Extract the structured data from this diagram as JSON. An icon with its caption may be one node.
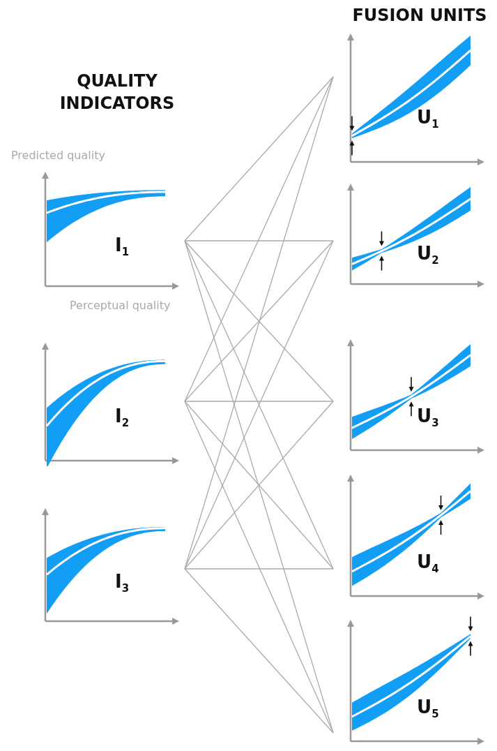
{
  "diagram": {
    "nodes": [
      {
        "text": [
          "I$_{1}$"
        ]
      },
      {
        "text": [
          "I$_{2}$"
        ]
      },
      {
        "text": [
          "I$_{3}$"
        ]
      },
      {
        "text": [
          "U$_{1}$"
        ]
      },
      {
        "text": [
          "U$_{2}$"
        ]
      },
      {
        "text": [
          "U$_{3}$"
        ]
      },
      {
        "text": [
          "U$_{4}$"
        ]
      },
      {
        "text": [
          "U$_{5}$"
        ]
      }
    ],
    "edges": [
      {
        "from": 0,
        "to": 3,
        "arrow": "none"
      },
      {
        "from": 0,
        "to": 4,
        "arrow": "none"
      },
      {
        "from": 0,
        "to": 5,
        "arrow": "none"
      },
      {
        "from": 0,
        "to": 6,
        "arrow": "none"
      },
      {
        "from": 0,
        "to": 7,
        "arrow": "none"
      },
      {
        "from": 1,
        "to": 3,
        "arrow": "none"
      },
      {
        "from": 1,
        "to": 4,
        "arrow": "none"
      },
      {
        "from": 1,
        "to": 5,
        "arrow": "none"
      },
      {
        "from": 1,
        "to": 6,
        "arrow": "none"
      },
      {
        "from": 1,
        "to": 7,
        "arrow": "none"
      },
      {
        "from": 2,
        "to": 3,
        "arrow": "none"
      },
      {
        "from": 2,
        "to": 4,
        "arrow": "none"
      },
      {
        "from": 2,
        "to": 5,
        "arrow": "none"
      },
      {
        "from": 2,
        "to": 6,
        "arrow": "none"
      },
      {
        "from": 2,
        "to": 7,
        "arrow": "none"
      }
    ],
    "labels": [
      "FUSION UNITS",
      "QUALITY INDICATORS",
      "Predicted quality",
      "Perceptual quality"
    ]
  }
}
